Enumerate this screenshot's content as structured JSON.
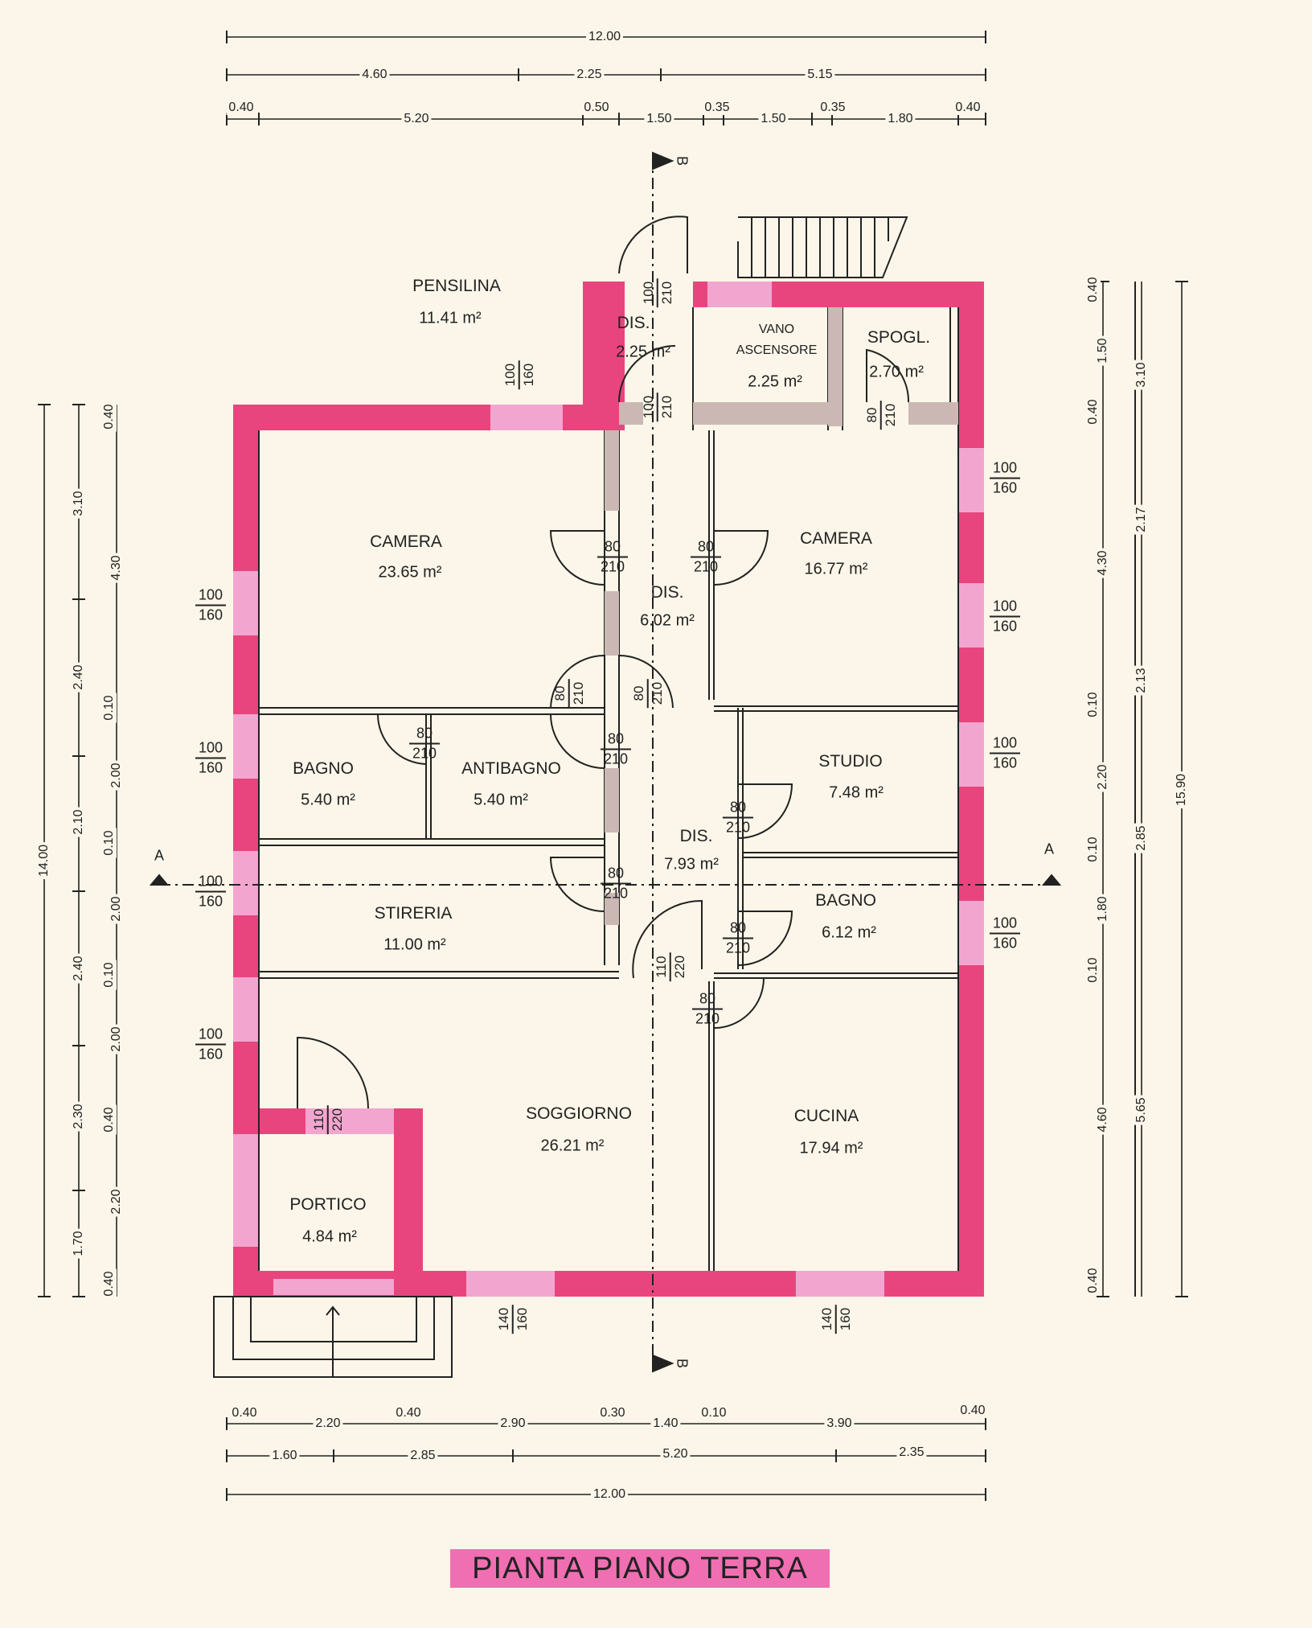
{
  "title": "PIANTA PIANO TERRA",
  "colors": {
    "wall": "#e8457e",
    "window": "#f2a6cf",
    "partition": "#cbb8b4",
    "paper": "#fbf6e9",
    "title_bg": "#f06fb2"
  },
  "rooms": {
    "pensilina": {
      "name": "PENSILINA",
      "area": "11.41 m²"
    },
    "dis_top": {
      "name": "DIS.",
      "area": "2.25 m²"
    },
    "vano": {
      "name_1": "VANO",
      "name_2": "ASCENSORE",
      "area": "2.25 m²"
    },
    "spogl": {
      "name": "SPOGL.",
      "area": "2.70 m²"
    },
    "camera_left": {
      "name": "CAMERA",
      "area": "23.65 m²"
    },
    "camera_right": {
      "name": "CAMERA",
      "area": "16.77 m²"
    },
    "dis_mid": {
      "name": "DIS.",
      "area": "6.02 m²"
    },
    "bagno_left": {
      "name": "BAGNO",
      "area": "5.40 m²"
    },
    "antibagno": {
      "name": "ANTIBAGNO",
      "area": "5.40 m²"
    },
    "studio": {
      "name": "STUDIO",
      "area": "7.48 m²"
    },
    "dis_low": {
      "name": "DIS.",
      "area": "7.93 m²"
    },
    "stireria": {
      "name": "STIRERIA",
      "area": "11.00 m²"
    },
    "bagno_right": {
      "name": "BAGNO",
      "area": "6.12 m²"
    },
    "soggiorno": {
      "name": "SOGGIORNO",
      "area": "26.21 m²"
    },
    "cucina": {
      "name": "CUCINA",
      "area": "17.94 m²"
    },
    "portico": {
      "name": "PORTICO",
      "area": "4.84 m²"
    }
  },
  "openings": {
    "w100": "100",
    "w160": "160",
    "w140": "140",
    "d80": "80",
    "d110": "110",
    "h210": "210",
    "h220": "220"
  },
  "section": {
    "a": "A",
    "b": "B"
  },
  "dims_top": {
    "overall": "12.00",
    "row2": [
      "4.60",
      "2.25",
      "5.15"
    ],
    "row3": [
      "0.40",
      "5.20",
      "0.50",
      "1.50",
      "0.35",
      "1.50",
      "0.35",
      "1.80",
      "0.40"
    ]
  },
  "dims_bottom": {
    "row1": [
      "0.40",
      "2.20",
      "0.40",
      "2.90",
      "0.30",
      "1.40",
      "0.10",
      "3.90",
      "0.40"
    ],
    "row2": [
      "1.60",
      "2.85",
      "5.20",
      "2.35"
    ],
    "overall": "12.00"
  },
  "dims_left": {
    "overall": "14.00",
    "mid": [
      "3.10",
      "2.40",
      "2.10",
      "2.40",
      "2.30",
      "1.70"
    ],
    "inner": [
      "0.40",
      "4.30",
      "0.10",
      "2.00",
      "0.10",
      "2.00",
      "0.10",
      "2.00",
      "0.40",
      "2.20",
      "0.40"
    ]
  },
  "dims_right": {
    "inner": [
      "0.40",
      "1.50",
      "0.40",
      "4.30",
      "0.10",
      "2.20",
      "0.10",
      "1.80",
      "0.10",
      "4.60",
      "0.40"
    ],
    "mid": [
      "2.17",
      "2.13",
      "2.85",
      "5.65"
    ],
    "outer": [
      "3.10",
      "15.90"
    ]
  }
}
